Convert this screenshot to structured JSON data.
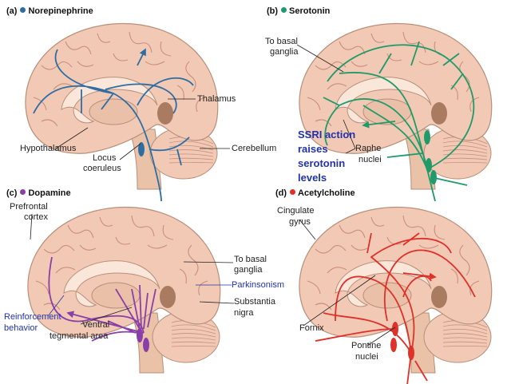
{
  "panels": [
    {
      "letter": "(a)",
      "name": "Norepinephrine",
      "color": "#2e6da4",
      "labels": {
        "thalamus": "Thalamus",
        "hypothalamus": "Hypothalamus",
        "locus1": "Locus",
        "locus2": "coeruleus",
        "cerebellum": "Cerebellum"
      }
    },
    {
      "letter": "(b)",
      "name": "Serotonin",
      "color": "#1f9a6a",
      "labels": {
        "basal1": "To basal",
        "basal2": "ganglia",
        "raphe1": "Raphe",
        "raphe2": "nuclei",
        "ssri": [
          "SSRI action",
          "raises",
          "serotonin",
          "levels"
        ]
      }
    },
    {
      "letter": "(c)",
      "name": "Dopamine",
      "color": "#8a3fa8",
      "labels": {
        "prefrontal1": "Prefrontal",
        "prefrontal2": "cortex",
        "basal1": "To basal",
        "basal2": "ganglia",
        "parkinsonism": "Parkinsonism",
        "substantia1": "Substantia",
        "substantia2": "nigra",
        "reinf1": "Reinforcement",
        "reinf2": "behavior",
        "vta1": "Ventral",
        "vta2": "tegmental area"
      }
    },
    {
      "letter": "(d)",
      "name": "Acetylcholine",
      "color": "#e0302a",
      "labels": {
        "cingulate1": "Cingulate",
        "cingulate2": "gyrus",
        "fornix": "Fornix",
        "pontine1": "Pontine",
        "pontine2": "nuclei"
      }
    }
  ],
  "colors": {
    "brain": "#f2c9b4",
    "gyri": "#c98f7c",
    "stem": "#e9c2a8",
    "dark": "#8a5a3c",
    "annotation": "#2233aa"
  }
}
